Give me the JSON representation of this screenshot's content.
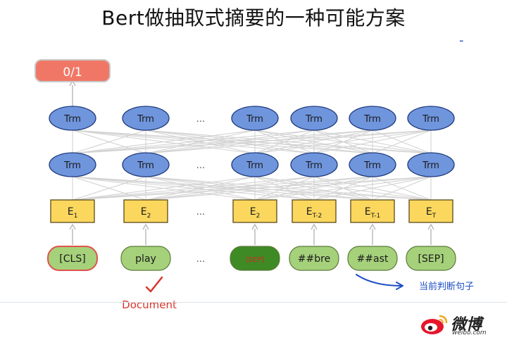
{
  "page": {
    "title": "Bert做抽取式摘要的一种可能方案",
    "corner_mark": "-"
  },
  "diagram": {
    "output_label": "0/1",
    "trm_label": "Trm",
    "ellipsis": "...",
    "embeddings": [
      {
        "base": "E",
        "sub": "1"
      },
      {
        "base": "E",
        "sub": "2"
      },
      {
        "base": "...",
        "sub": ""
      },
      {
        "base": "E",
        "sub": "2"
      },
      {
        "base": "E",
        "sub": "T-2"
      },
      {
        "base": "E",
        "sub": "T-1"
      },
      {
        "base": "E",
        "sub": "T"
      }
    ],
    "tokens": [
      "[CLS]",
      "play",
      "...",
      "[SEP]",
      "##bre",
      "##ast",
      "[SEP]"
    ],
    "annotations": {
      "document": "Document",
      "current_sentence": "当前判断句子"
    },
    "colors": {
      "trm_fill": "#6f95dd",
      "embed_fill": "#fbd75e",
      "token_fill": "#a6d17b",
      "highlight_token_fill": "#3e8a24",
      "highlight_token_text": "#d62828",
      "output_fill": "#f07766",
      "annotation_red": "#d9362b",
      "annotation_blue": "#1f4fc4"
    }
  },
  "watermark": {
    "brand": "微博",
    "sub": "weibo.com"
  }
}
